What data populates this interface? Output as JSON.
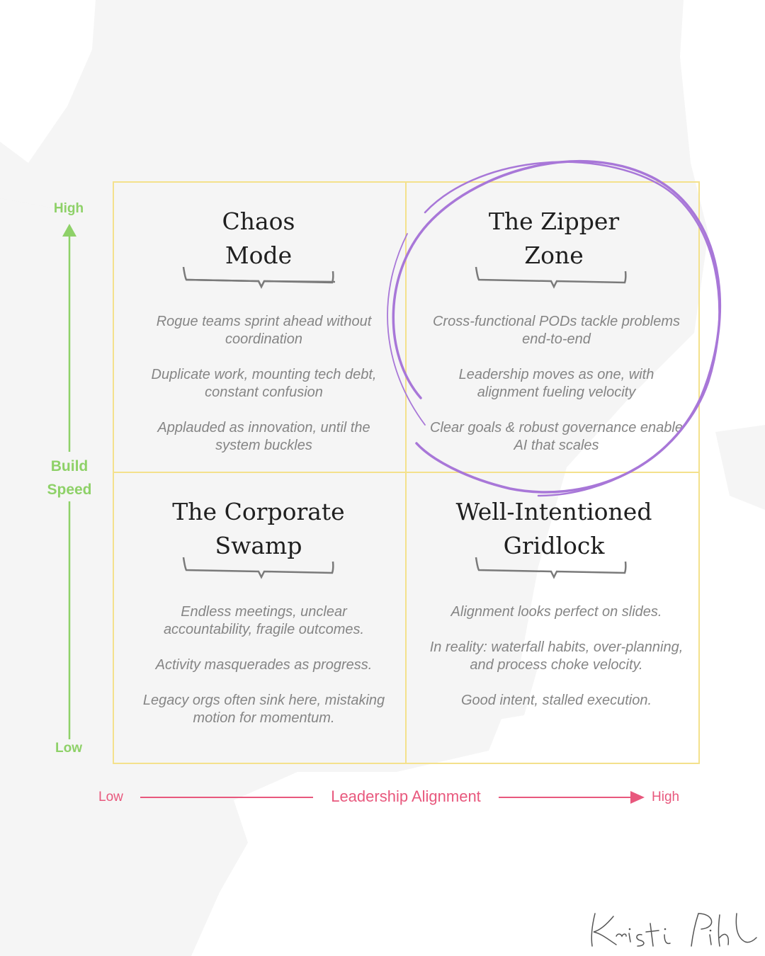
{
  "quadrants": {
    "top_left": {
      "title": [
        "Chaos",
        "Mode"
      ],
      "points": [
        "Rogue teams sprint ahead without coordination",
        "Duplicate work, mounting tech debt, constant confusion",
        "Applauded as innovation, until the system buckles"
      ]
    },
    "top_right": {
      "title": [
        "The Zipper",
        "Zone"
      ],
      "points": [
        "Cross-functional PODs tackle problems end-to-end",
        "Leadership moves as one, with alignment fueling velocity",
        "Clear goals & robust governance enable AI that scales"
      ]
    },
    "bottom_left": {
      "title": [
        "The Corporate",
        "Swamp"
      ],
      "points": [
        "Endless meetings, unclear accountability, fragile outcomes.",
        "Activity masquerades as progress.",
        "Legacy orgs often sink here, mistaking motion for momentum."
      ]
    },
    "bottom_right": {
      "title": [
        "Well-Intentioned",
        "Gridlock"
      ],
      "points": [
        "Alignment looks perfect on slides.",
        "In reality: waterfall habits, over-planning, and process choke velocity.",
        "Good intent, stalled execution."
      ]
    }
  },
  "y_axis": {
    "label": [
      "Build",
      "Speed"
    ],
    "high": "High",
    "low": "Low"
  },
  "x_axis": {
    "label": "Leadership Alignment",
    "low": "Low",
    "high": "High"
  },
  "signature": "Kristi Pihl",
  "highlight": "top_right",
  "colors": {
    "grid": "#f4e18c",
    "y_axis": "#8ed168",
    "x_axis": "#e8587d",
    "highlight_circle": "#a877d8",
    "title_text": "#1f1f1f",
    "body_text": "#858585",
    "background_silhouette": "#f5f5f5"
  }
}
